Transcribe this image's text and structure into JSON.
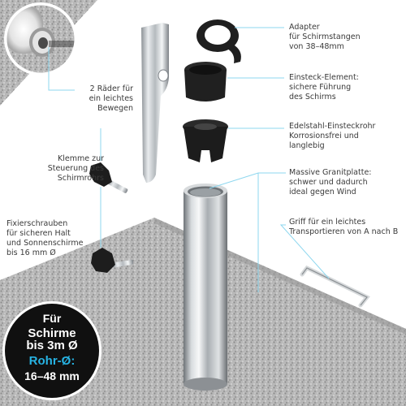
{
  "colors": {
    "accent": "#27b3e3",
    "granite": "#b9b9b9",
    "steel": "#c9cdd1",
    "dark": "#101010"
  },
  "icons": [
    "wheel-icon",
    "clamp-knob-icon",
    "fixing-screw-icon",
    "adapter-ring-icon",
    "insert-element-icon",
    "stainless-tube-icon",
    "handle-icon"
  ],
  "labels": {
    "adapter": [
      "Adapter",
      "für Schirmstangen",
      "von 38–48mm"
    ],
    "insert": [
      "Einsteck-Element:",
      "sichere Führung",
      "des Schirms"
    ],
    "tube": [
      "Edelstahl-Einsteckrohr",
      "Korrosionsfrei und",
      "langlebig"
    ],
    "granite": [
      "Massive Granitplatte:",
      "schwer und dadurch",
      "ideal gegen Wind"
    ],
    "handle": [
      "Griff für ein leichtes",
      "Transportieren von A nach B"
    ],
    "wheels": [
      "2 Räder für",
      "ein leichtes",
      "Bewegen"
    ],
    "clamp": [
      "Klemme zur",
      "Steuerung des",
      "Schirmrohrs"
    ],
    "screws": [
      "Fixierschrauben",
      "für sicheren Halt",
      "und Sonnenschirme",
      "bis 16 mm Ø"
    ]
  },
  "badge": {
    "line1": "Für",
    "line2": "Schirme",
    "line3": "bis 3m Ø",
    "line4": "Rohr-Ø:",
    "line5": "16–48 mm"
  }
}
